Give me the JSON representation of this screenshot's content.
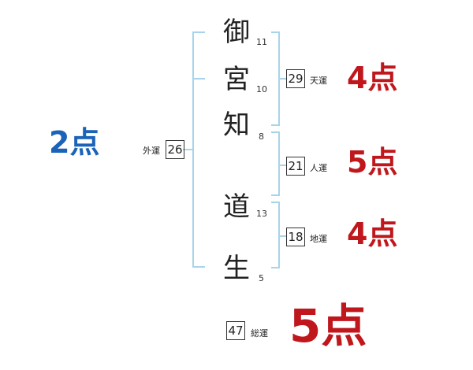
{
  "colors": {
    "bracket": "#a8d4ea",
    "good": "#c0171c",
    "neutral": "#1a63b8"
  },
  "name": {
    "characters": [
      {
        "char": "御",
        "strokes": "11"
      },
      {
        "char": "宮",
        "strokes": "10"
      },
      {
        "char": "知",
        "strokes": "8"
      },
      {
        "char": "道",
        "strokes": "13"
      },
      {
        "char": "生",
        "strokes": "5"
      }
    ]
  },
  "fortunes": {
    "gaiun": {
      "label": "外運",
      "value": "26",
      "score": "2点"
    },
    "tenun": {
      "label": "天運",
      "value": "29",
      "score": "4点"
    },
    "jinun": {
      "label": "人運",
      "value": "21",
      "score": "5点"
    },
    "chiun": {
      "label": "地運",
      "value": "18",
      "score": "4点"
    },
    "souun": {
      "label": "総運",
      "value": "47",
      "score": "5点"
    }
  }
}
